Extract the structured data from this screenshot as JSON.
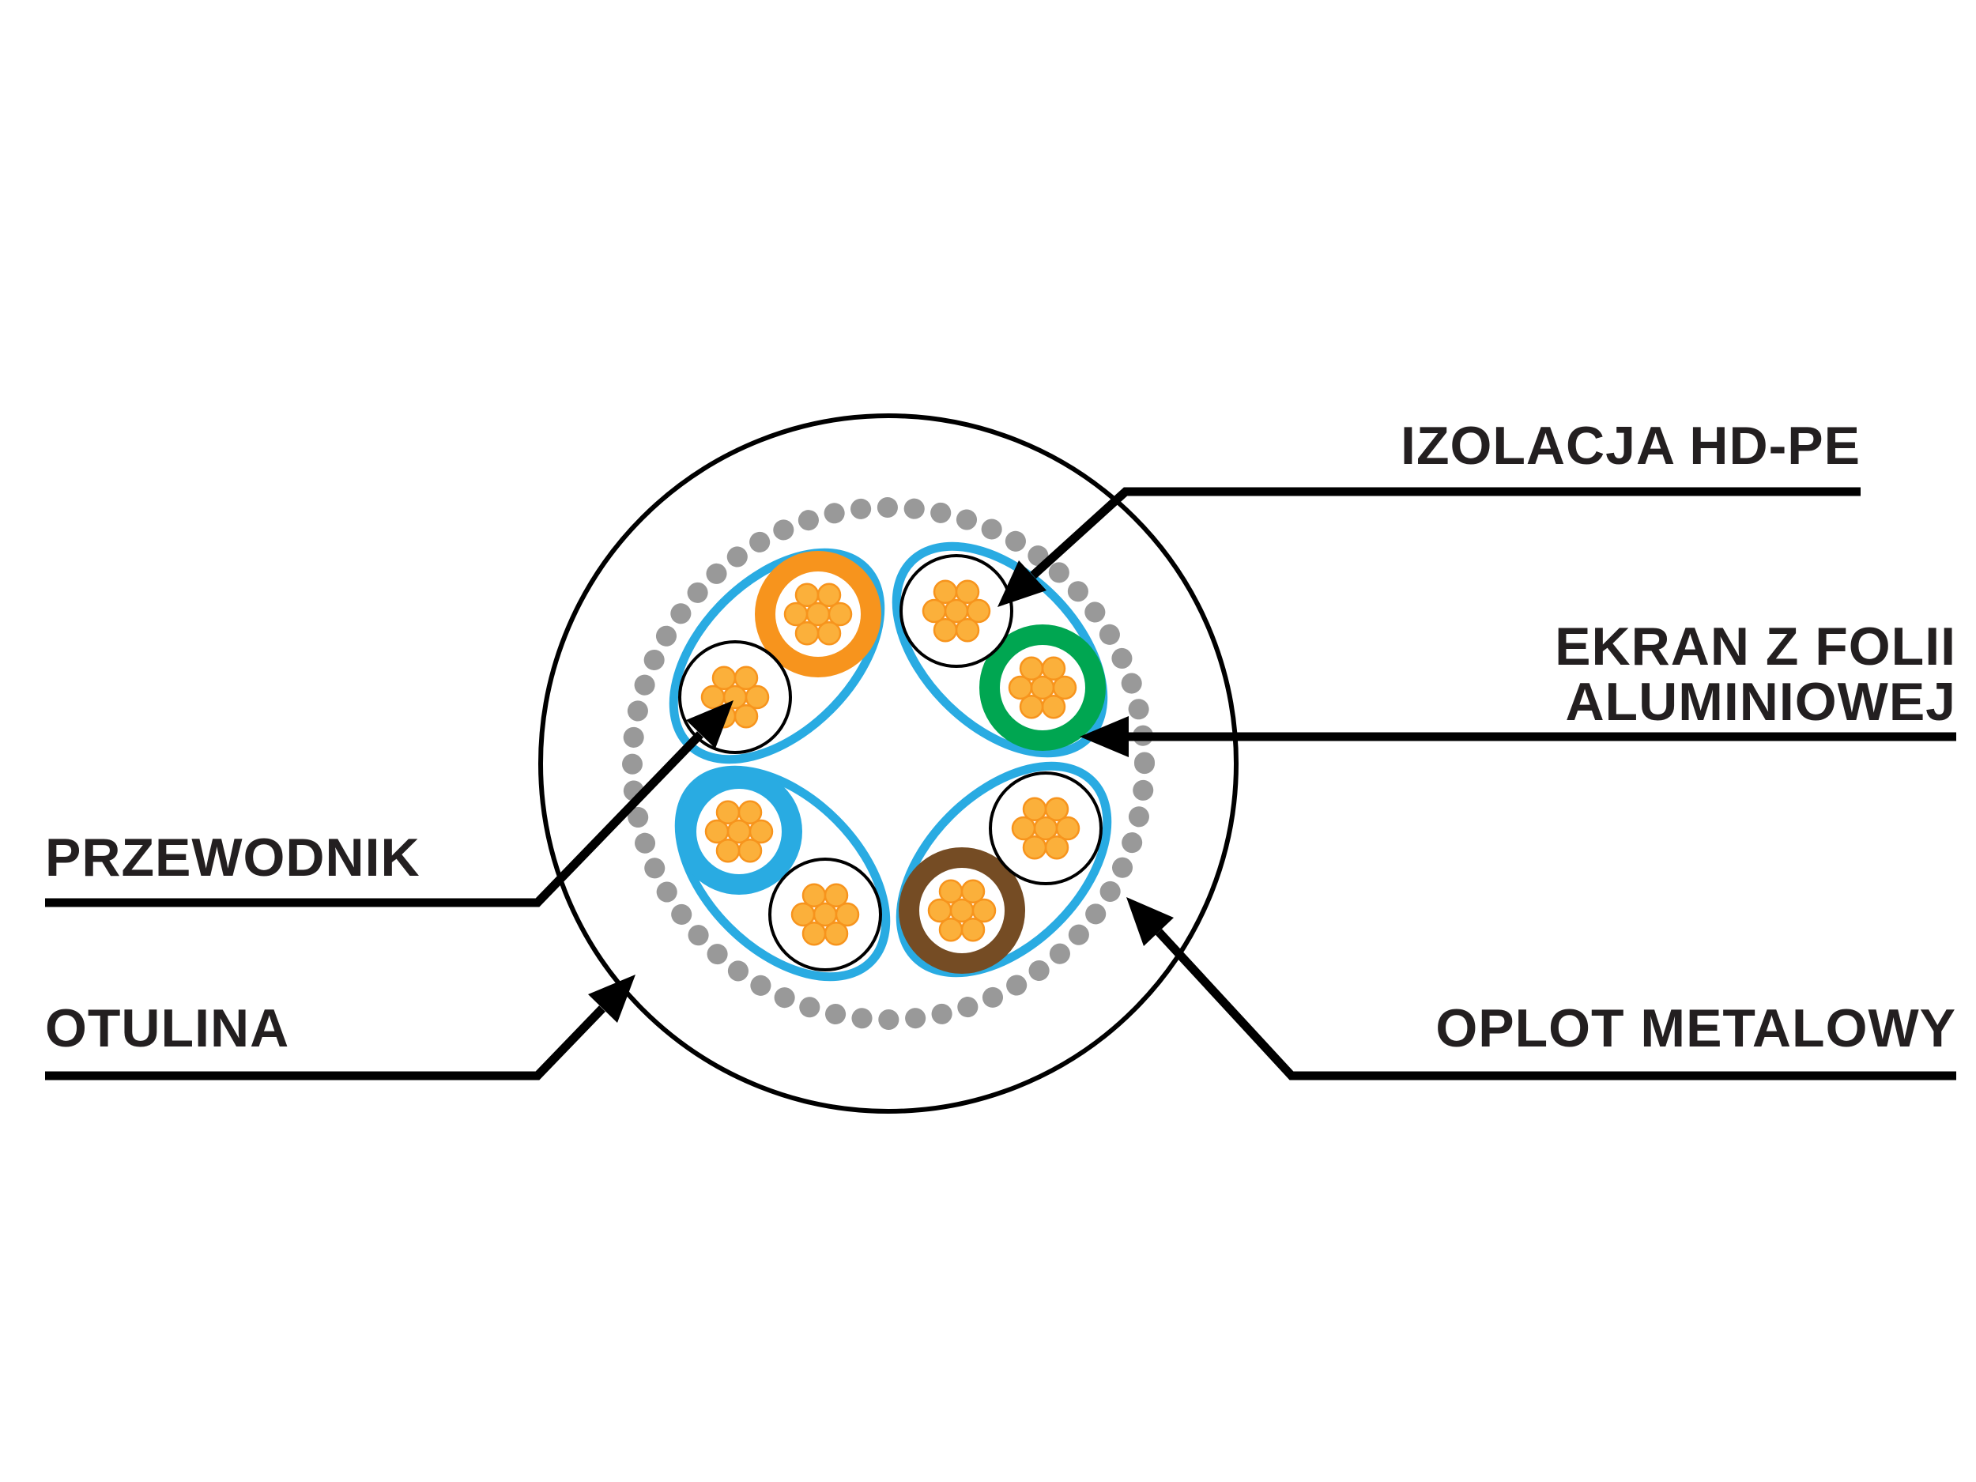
{
  "labels": {
    "izolacja": "IZOLACJA HD-PE",
    "ekran_line1": "EKRAN Z FOLII",
    "ekran_line2": "ALUMINIOWEJ",
    "przewodnik": "PRZEWODNIK",
    "otulina": "OTULINA",
    "oplot": "OPLOT METALOWY"
  },
  "colors": {
    "outline": "#000000",
    "text": "#231f20",
    "background": "#ffffff",
    "braid": "#999999",
    "pair_screen": "#29abe2",
    "strand": "#fbb03b",
    "strand_stroke": "#f7941d",
    "wire_orange": "#f7941d",
    "wire_green": "#00a651",
    "wire_blue": "#29abe2",
    "wire_brown": "#754c24",
    "wire_white": "#ffffff"
  },
  "diagram": {
    "type": "cable-cross-section",
    "description": "S/FTP twisted pair cable cross-section",
    "layers": [
      {
        "name": "otulina",
        "meaning": "outer jacket"
      },
      {
        "name": "oplot metalowy",
        "meaning": "metal braid (gray dots ring)"
      },
      {
        "name": "ekran z folii aluminiowej",
        "meaning": "aluminium foil screen around each pair"
      },
      {
        "name": "izolacja hd-pe",
        "meaning": "HD-PE insulation of each wire"
      },
      {
        "name": "przewodnik",
        "meaning": "stranded copper conductor"
      }
    ],
    "pairs": [
      {
        "position": "top-left",
        "wires": [
          "orange",
          "white"
        ]
      },
      {
        "position": "top-right",
        "wires": [
          "white",
          "green"
        ]
      },
      {
        "position": "bottom-left",
        "wires": [
          "blue",
          "white"
        ]
      },
      {
        "position": "bottom-right",
        "wires": [
          "white",
          "brown"
        ]
      }
    ]
  }
}
